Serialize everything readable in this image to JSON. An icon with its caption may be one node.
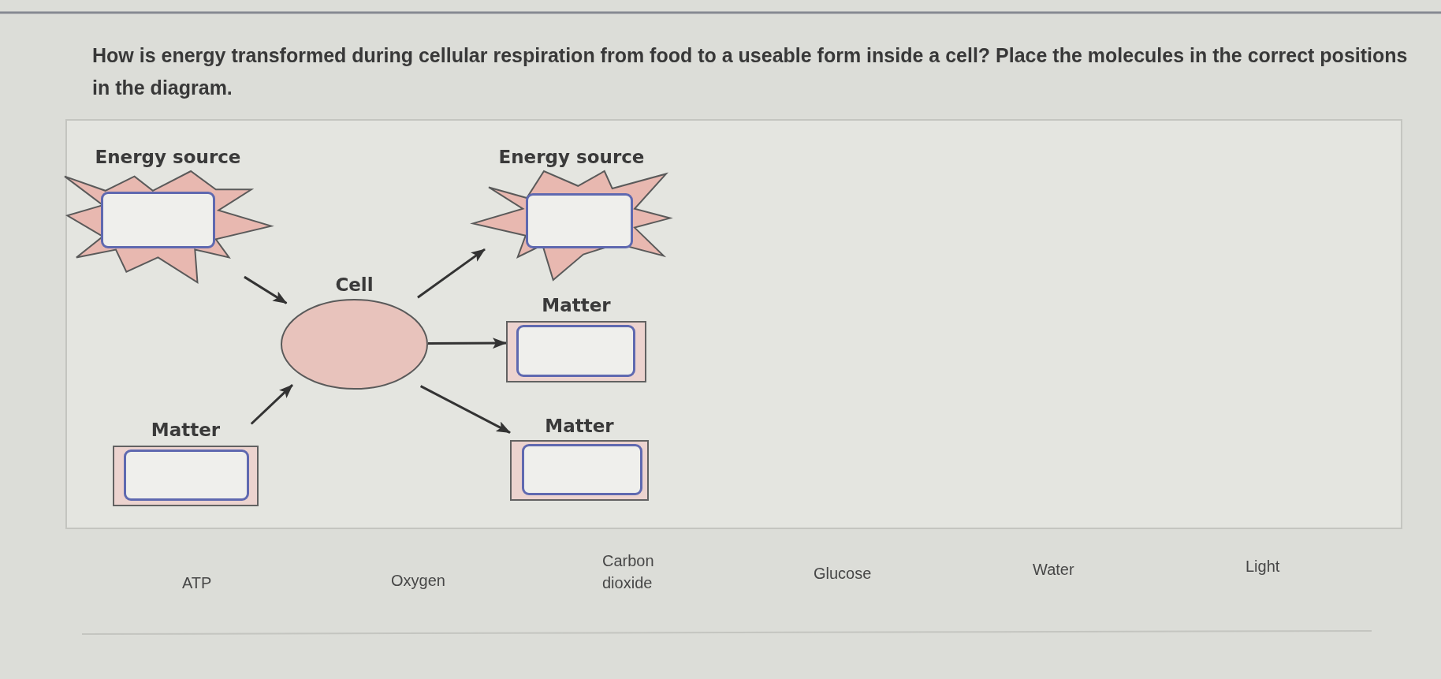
{
  "diagram": {
    "title": "How is energy transformed during cellular respiration from food to a useable form inside a cell? Place the molecules in the correct positions in the diagram.",
    "nodes": [
      {
        "text": [
          "Energy source"
        ]
      },
      {
        "text": [
          "Cell"
        ]
      },
      {
        "text": [
          "Matter"
        ]
      },
      {
        "text": [
          "Energy source"
        ]
      },
      {
        "text": [
          "Matter"
        ]
      },
      {
        "text": [
          "Matter"
        ]
      }
    ],
    "edges": [
      {
        "from": 0,
        "to": 1,
        "arrow": "to"
      },
      {
        "from": 2,
        "to": 1,
        "arrow": "to"
      },
      {
        "from": 1,
        "to": 3,
        "arrow": "to"
      },
      {
        "from": 1,
        "to": 4,
        "arrow": "to"
      },
      {
        "from": 1,
        "to": 5,
        "arrow": "to"
      }
    ],
    "labels": [
      "ATP",
      "Oxygen",
      "Carbon dioxide",
      "Glucose",
      "Water",
      "Light"
    ]
  }
}
